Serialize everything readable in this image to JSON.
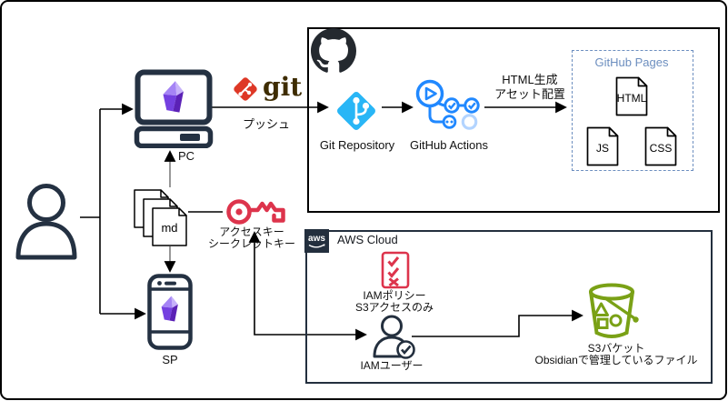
{
  "diagram": {
    "pc": {
      "label": "PC"
    },
    "sp": {
      "label": "SP"
    },
    "md_files": {
      "label": "md"
    },
    "git": {
      "wordmark": "git",
      "action_label": "プッシュ"
    },
    "access_key": {
      "line1": "アクセスキー",
      "line2": "シークレットキー"
    },
    "github": {
      "git_repository_label": "Git Repository",
      "github_actions_label": "GitHub Actions",
      "deploy_label_line1": "HTML生成",
      "deploy_label_line2": "アセット配置",
      "pages": {
        "title": "GitHub Pages",
        "files": [
          {
            "label": "HTML"
          },
          {
            "label": "JS"
          },
          {
            "label": "CSS"
          }
        ]
      }
    },
    "aws": {
      "logo_text": "aws",
      "title": "AWS Cloud",
      "iam_policy": {
        "line1": "IAMポリシー",
        "line2": "S3アクセスのみ"
      },
      "iam_user_label": "IAMユーザー",
      "s3": {
        "line1": "S3バケット",
        "line2": "Obsidianで管理しているファイル"
      }
    },
    "colors": {
      "device_outline": "#243142",
      "aws_outline": "#232f3e",
      "git_red": "#de3826",
      "repo_blue": "#29b6f6",
      "actions_blue": "#2088ff",
      "security_red": "#dd344c",
      "s3_green": "#7aa116",
      "pages_blue": "#6c8ebf",
      "obsidian_purple": "#7c3aed"
    }
  }
}
